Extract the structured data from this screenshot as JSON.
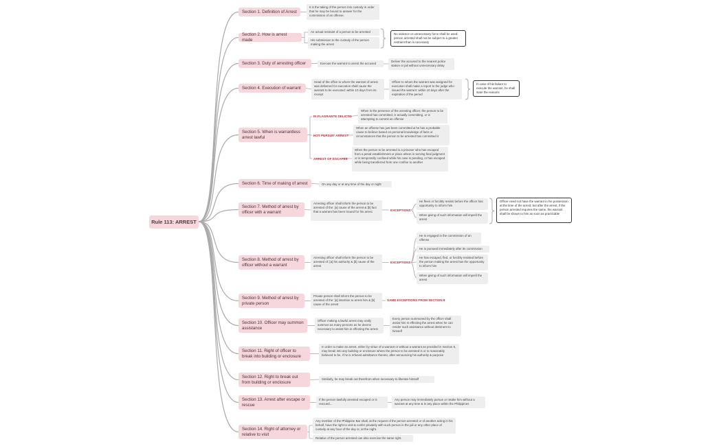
{
  "root": {
    "label": "Rule 113: ARREST"
  },
  "sections": [
    {
      "title": "Section 1. Definition of Arrest"
    },
    {
      "title": "Section 2. How is arrest made"
    },
    {
      "title": "Section 3. Duty of arresting officer"
    },
    {
      "title": "Section 4. Execution of warrant"
    },
    {
      "title": "Section 5. When is warrantless arrest lawful"
    },
    {
      "title": "Section 6. Time of making of arrest"
    },
    {
      "title": "Section 7. Method of arrest by officer with a warrant"
    },
    {
      "title": "Section 8. Method of arrest by officer without a warrant"
    },
    {
      "title": "Section 9. Method of arrest by private person"
    },
    {
      "title": "Section 10. Officer may summon assistance"
    },
    {
      "title": "Section 11. Right of officer to break into building or enclosure"
    },
    {
      "title": "Section 12. Right to break out from building or enclosure"
    },
    {
      "title": "Section 13. Arrest after escape or rescue"
    },
    {
      "title": "Section 14. Right of attorney or relative to visit"
    }
  ],
  "notes": {
    "s1": "It is the taking of the person into custody in order that he may be bound to answer for the commission of an offense.",
    "s2a": "An actual restraint of a person to be arrested",
    "s2b": "His submission to the custody of the person making the arrest",
    "s2c": "No violence or unnecessary force shall be used; person arrested shall not be subject to a greater restraint than is necessary",
    "s3a": "Execute the warrant to arrest the accused",
    "s3b": "Deliver the accused to the nearest police station or jail without unnecessary delay",
    "s4a": "Head of the office to whom the warrant of arrest was delivered for execution shall cause the warrant to be executed: within 10 days from its receipt",
    "s4b": "Officer to whom the warrant was assigned for execution shall make a report to the judge who issued the warrant: within 10 days after the expiration of the period",
    "s4c": "In case of his failure to execute the warrant, he shall state the reasons",
    "s5a_label": "IN FLAGRANTE DELICTO",
    "s5a": "When in the presence of the arresting officer, the person to be arrested has committed, is actually committing, or is attempting to commit an offense",
    "s5b_label": "HOT PURSUIT ARREST",
    "s5b": "When an offense has just been committed & he has a probable cause to believe based on personal knowledge of facts or circumstances that the person to be arrested has committed it",
    "s5c_label": "ARREST OF ESCAPEE",
    "s5c": "When the person to be arrested is a prisoner who has escaped from a penal establishment or place where is serving final judgment or is temporarily confined while his case is pending, or has escaped while being transferred from one confine to another",
    "s6": "On any day or at any time of the day or night",
    "s7a": "Arresting officer shall inform the person to be arrested of the: [a] cause of the arrest & [b] fact that a warrant has been issued for his arrest",
    "s7_label": "EXCEPTIONS",
    "s7b": "He flees or forcibly resists before the officer has opportunity to inform him",
    "s7c": "When giving of such information will imperil the arrest",
    "s7d": "Officer need not have the warrant in his possession at the time of the arrest; but after the arrest, if the person arrested requires the same, the warrant shall be shown to him as soon as practicable",
    "s8a": "Arresting officer shall inform the person to be arrested of: [a] his authority & [b] cause of the arrest",
    "s8_label": "EXCEPTIONS",
    "s8b": "He is engaged in the commission of an offense",
    "s8c": "He is pursued immediately after its commission",
    "s8d": "He has escaped, fled, or forcibly resisted before the person making the arrest has the opportunity to inform him",
    "s8e": "When giving of such information will imperil the arrest",
    "s9a": "Private person shall inform the person to be arrested of the: [a] intention to arrest him & [b] cause of the arrest",
    "s9_label": "SAME EXCEPTIONS FROM SECTION 8",
    "s10a": "Officer making a lawful arrest may orally summon as many persons as he deems necessary to assist him in effecting the arrest",
    "s10b": "Every person summoned by the officer shall assist him in effecting the arrest when he can render such assistance without detriment to himself",
    "s11": "In order to make an arrest, either by virtue of a warrant or without a warrant as provided in Section 5, may break into any building or enclosure where the person to be arrested is or is reasonably believed to be, if he is refused admittance thereto, after announcing his authority & purpose",
    "s12": "Similarly, he may break out therefrom when necessary to liberate himself",
    "s13a": "If the person lawfully arrested escaped or is rescued...",
    "s13b": "Any person may immediately pursue or retake him without a warrant at any time & in any place within the Philippines",
    "s14a": "Any member of the Philippine Bar shall, at the request of the person arrested or of another acting in his behalf, have the right to visit & confer privately with such person in the jail or any other place of custody at any hour of the day or, at the night.",
    "s14b": "Relative of the person arrested can also exercise the same right."
  },
  "colors": {
    "section_bg": "#f6d7dd",
    "note_bg": "#eeeeee",
    "label_text": "#b03040",
    "line": "#aaaaaa"
  }
}
